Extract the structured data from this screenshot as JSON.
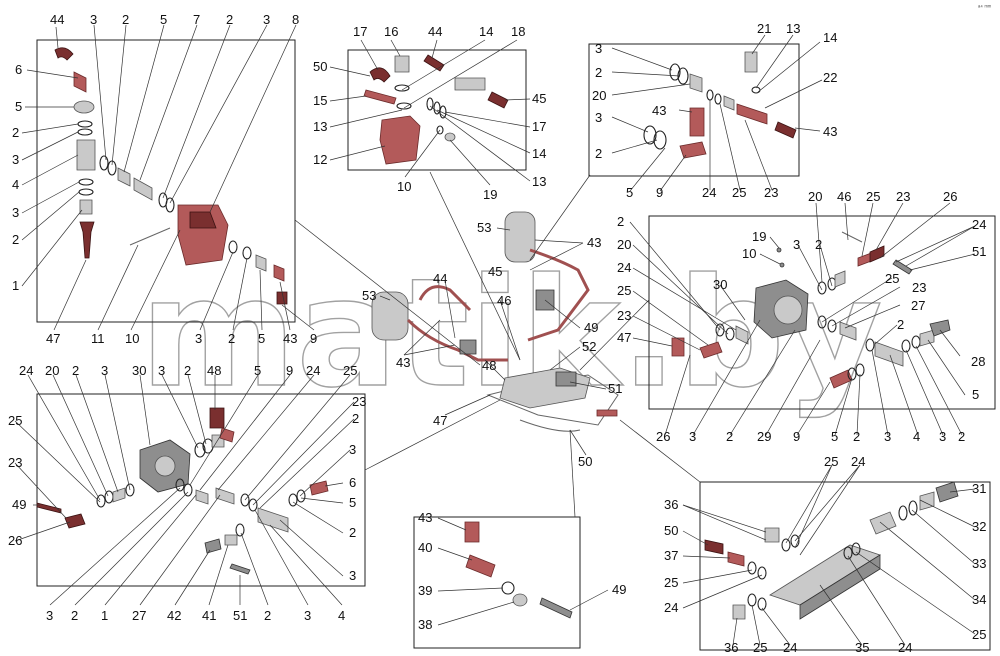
{
  "watermark": "matik.by",
  "corner_mark": "ᵃ⁴ ᵐᵐ",
  "callouts": {
    "box_top_left": [
      "44",
      "3",
      "2",
      "5",
      "7",
      "2",
      "3",
      "8",
      "6",
      "5",
      "2",
      "3",
      "4",
      "3",
      "2",
      "1",
      "47",
      "11",
      "10",
      "3",
      "2",
      "5",
      "43",
      "9"
    ],
    "box_top_center": [
      "17",
      "16",
      "44",
      "14",
      "18",
      "50",
      "15",
      "13",
      "12",
      "10",
      "19",
      "17",
      "14",
      "13",
      "45"
    ],
    "box_top_right": [
      "21",
      "13",
      "14",
      "22",
      "3",
      "2",
      "20",
      "43",
      "3",
      "2",
      "5",
      "9",
      "24",
      "25",
      "23",
      "43"
    ],
    "box_right": [
      "20",
      "46",
      "25",
      "23",
      "26",
      "24",
      "19",
      "10",
      "3",
      "2",
      "51",
      "2",
      "20",
      "24",
      "25",
      "30",
      "23",
      "47",
      "25",
      "23",
      "27",
      "2",
      "28",
      "5",
      "26",
      "3",
      "2",
      "29",
      "9",
      "5",
      "2",
      "3",
      "4",
      "3",
      "2"
    ],
    "center_assembly": [
      "53",
      "43",
      "45",
      "44",
      "46",
      "53",
      "49",
      "52",
      "48",
      "43",
      "47",
      "51",
      "50"
    ],
    "box_bottom_left": [
      "24",
      "20",
      "2",
      "3",
      "30",
      "3",
      "2",
      "48",
      "5",
      "9",
      "24",
      "25",
      "23",
      "2",
      "3",
      "25",
      "23",
      "49",
      "26",
      "6",
      "5",
      "2",
      "3",
      "3",
      "2",
      "1",
      "27",
      "42",
      "41",
      "51",
      "2",
      "3",
      "4"
    ],
    "box_bottom_center": [
      "43",
      "40",
      "39",
      "38",
      "49"
    ],
    "box_bottom_right": [
      "25",
      "24",
      "36",
      "50",
      "37",
      "25",
      "24",
      "31",
      "32",
      "33",
      "34",
      "25",
      "36",
      "25",
      "24",
      "35",
      "24"
    ]
  }
}
